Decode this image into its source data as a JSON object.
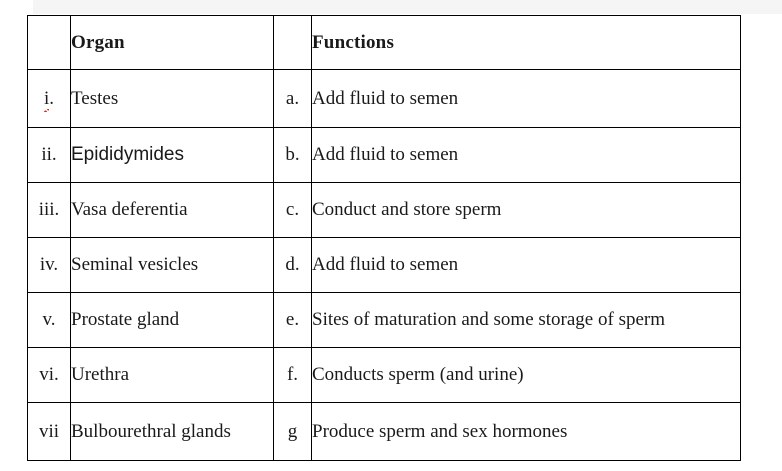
{
  "page": {
    "background_color": "#ffffff",
    "top_band_color": "#f5f5f5",
    "border_color": "#000000",
    "text_color": "#1a1a1a",
    "spellcheck_color": "#d93025"
  },
  "table": {
    "headers": {
      "numeral_column": "",
      "organ_column": "Organ",
      "letter_column": "",
      "functions_column": "Functions"
    },
    "rows": [
      {
        "numeral": "i.",
        "organ": "Testes",
        "letter": "a.",
        "function": "Add fluid to semen"
      },
      {
        "numeral": "ii.",
        "organ": "Epididymides",
        "letter": "b.",
        "function": "Add fluid to semen"
      },
      {
        "numeral": "iii.",
        "organ": "Vasa deferentia",
        "letter": "c.",
        "function": "Conduct and store sperm"
      },
      {
        "numeral": "iv.",
        "organ": "Seminal vesicles",
        "letter": "d.",
        "function": "Add fluid to semen"
      },
      {
        "numeral": "v.",
        "organ": "Prostate gland",
        "letter": "e.",
        "function": "Sites of maturation and some storage of sperm"
      },
      {
        "numeral": "vi.",
        "organ": "Urethra",
        "letter": "f.",
        "function": "Conducts sperm (and urine)"
      },
      {
        "numeral": "vii",
        "organ": "Bulbourethral glands",
        "letter": "g",
        "function": "Produce sperm and sex hormones"
      }
    ]
  }
}
